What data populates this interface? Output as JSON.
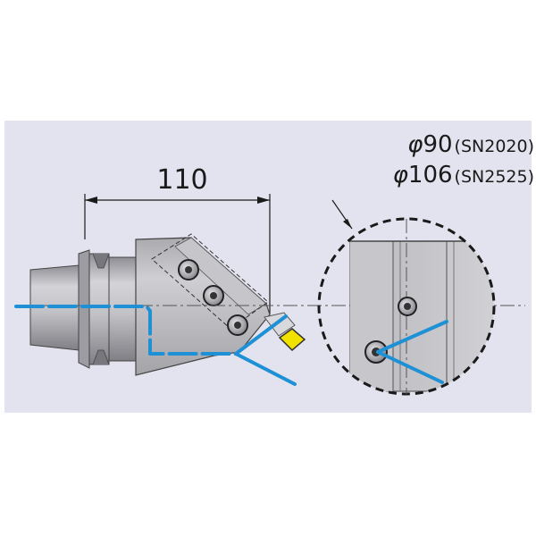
{
  "dimension_length": "110",
  "diameter_small": {
    "symbol": "φ",
    "value": "90",
    "model": "(SN2020)"
  },
  "diameter_large": {
    "symbol": "φ",
    "value": "106",
    "model": "(SN2525)"
  },
  "colors": {
    "background": "#e3e3ef",
    "holder_body": "#bdbdc1",
    "holder_shade": "#9e9ea4",
    "coolant_path": "#1e90d6",
    "insert": "#f2e200",
    "outline": "#1a1a1a"
  }
}
